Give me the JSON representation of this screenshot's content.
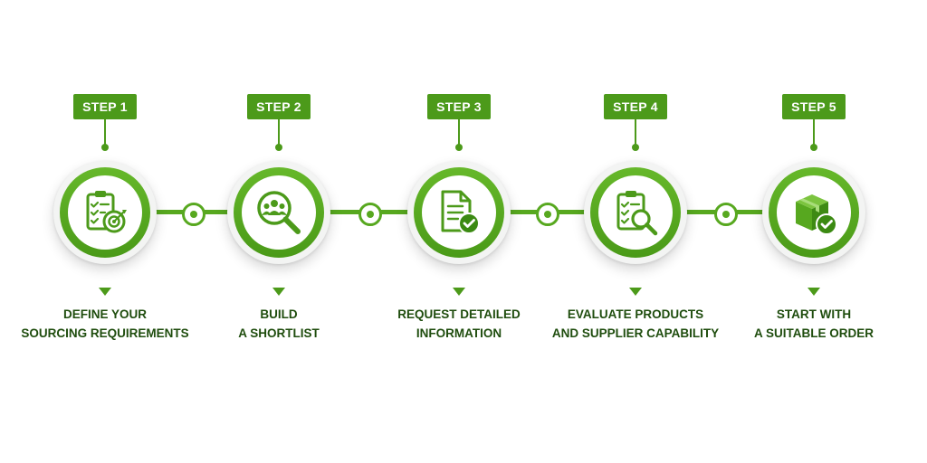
{
  "steps": [
    {
      "badge": "STEP 1",
      "icon": "clipboard-target-icon",
      "label_line1": "DEFINE YOUR",
      "label_line2": "SOURCING REQUIREMENTS"
    },
    {
      "badge": "STEP 2",
      "icon": "magnifier-people-icon",
      "label_line1": "BUILD",
      "label_line2": "A SHORTLIST"
    },
    {
      "badge": "STEP 3",
      "icon": "document-check-icon",
      "label_line1": "REQUEST DETAILED",
      "label_line2": "INFORMATION"
    },
    {
      "badge": "STEP 4",
      "icon": "clipboard-magnifier-icon",
      "label_line1": "EVALUATE PRODUCTS",
      "label_line2": "AND SUPPLIER CAPABILITY"
    },
    {
      "badge": "STEP 5",
      "icon": "box-check-icon",
      "label_line1": "START WITH",
      "label_line2": "A SUITABLE ORDER"
    }
  ],
  "colors": {
    "accent": "#57a81f",
    "badge": "#4c9a1a",
    "label_text": "#1f4d0e"
  }
}
